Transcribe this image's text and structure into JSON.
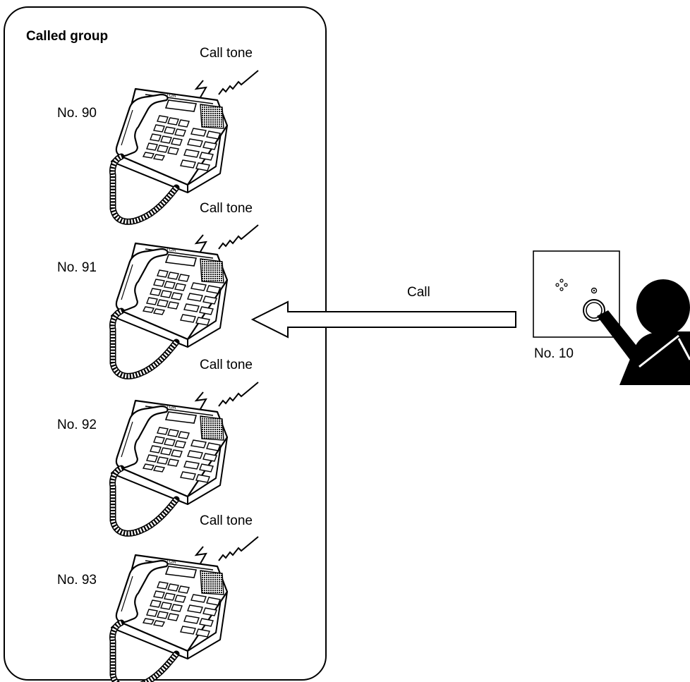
{
  "group": {
    "title": "Called group",
    "stations": [
      {
        "number": "No. 90",
        "tone": "Call tone"
      },
      {
        "number": "No. 91",
        "tone": "Call tone"
      },
      {
        "number": "No. 92",
        "tone": "Call tone"
      },
      {
        "number": "No. 93",
        "tone": "Call tone"
      }
    ]
  },
  "call": {
    "label": "Call"
  },
  "caller": {
    "number": "No. 10"
  },
  "brand_logo_text": "TOA"
}
